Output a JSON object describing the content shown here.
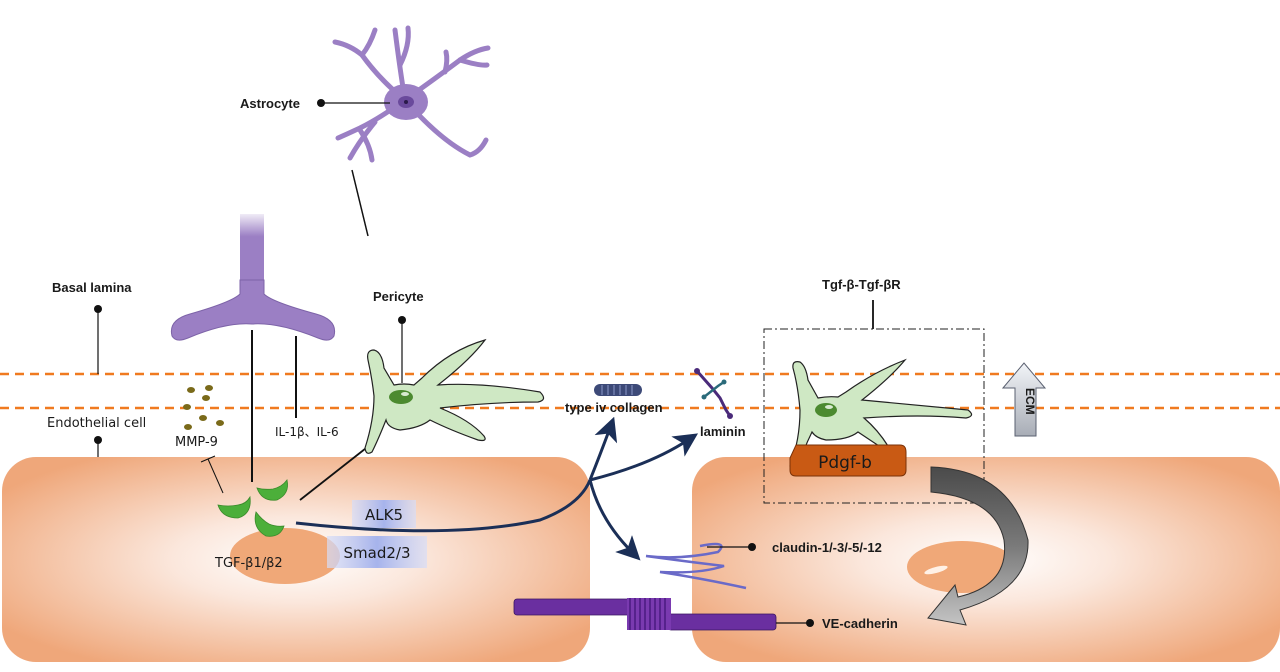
{
  "diagram": {
    "labels": {
      "astrocyte": "Astrocyte",
      "basal_lamina": "Basal lamina",
      "endothelial_cell": "Endothelial cell",
      "pericyte": "Pericyte",
      "mmp9": "MMP-9",
      "il": "IL-1β、IL-6",
      "tgf": "TGF-β1/β2",
      "alk5": "ALK5",
      "smad": "Smad2/3",
      "collagen": "type iv collagen",
      "laminin": "laminin",
      "tgf_receptor": "Tgf-β-Tgf-βR",
      "pdgf": "Pdgf-b",
      "ecm": "ECM",
      "claudin": "claudin-1/-3/-5/-12",
      "ve_cadherin": "VE-cadherin"
    },
    "colors": {
      "astrocyte": "#9b7fc4",
      "pericyte": "#cfe8c4",
      "endothelial": "#f0a878",
      "membrane_dash": "#f07a20",
      "membrane_glow": "#ffe08a",
      "tgf_protein": "#4caf3a",
      "arrow": "#1b2f57",
      "pdgf": "#c95a14",
      "cadherin": "#6a2fa0",
      "claudin": "#6a6ac8",
      "label_box": "#a9b6ee"
    }
  }
}
